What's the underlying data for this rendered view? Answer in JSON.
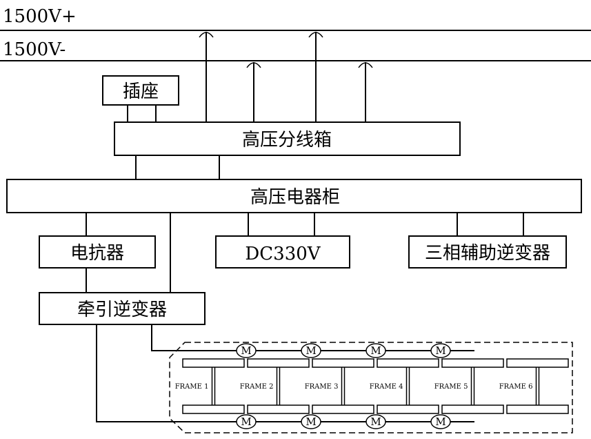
{
  "buses": {
    "positive": "1500V+",
    "negative": "1500V-"
  },
  "boxes": {
    "socket": "插座",
    "hv_junction": "高压分线箱",
    "hv_cabinet": "高压电器柜",
    "reactor": "电抗器",
    "dc330": "DC330V",
    "aux_inverter": "三相辅助逆变器",
    "traction_inverter": "牵引逆变器"
  },
  "frames": [
    "FRAME 1",
    "FRAME 2",
    "FRAME 3",
    "FRAME 4",
    "FRAME 5",
    "FRAME 6"
  ],
  "motor_label": "M",
  "colors": {
    "line": "#000000",
    "background": "#ffffff"
  }
}
